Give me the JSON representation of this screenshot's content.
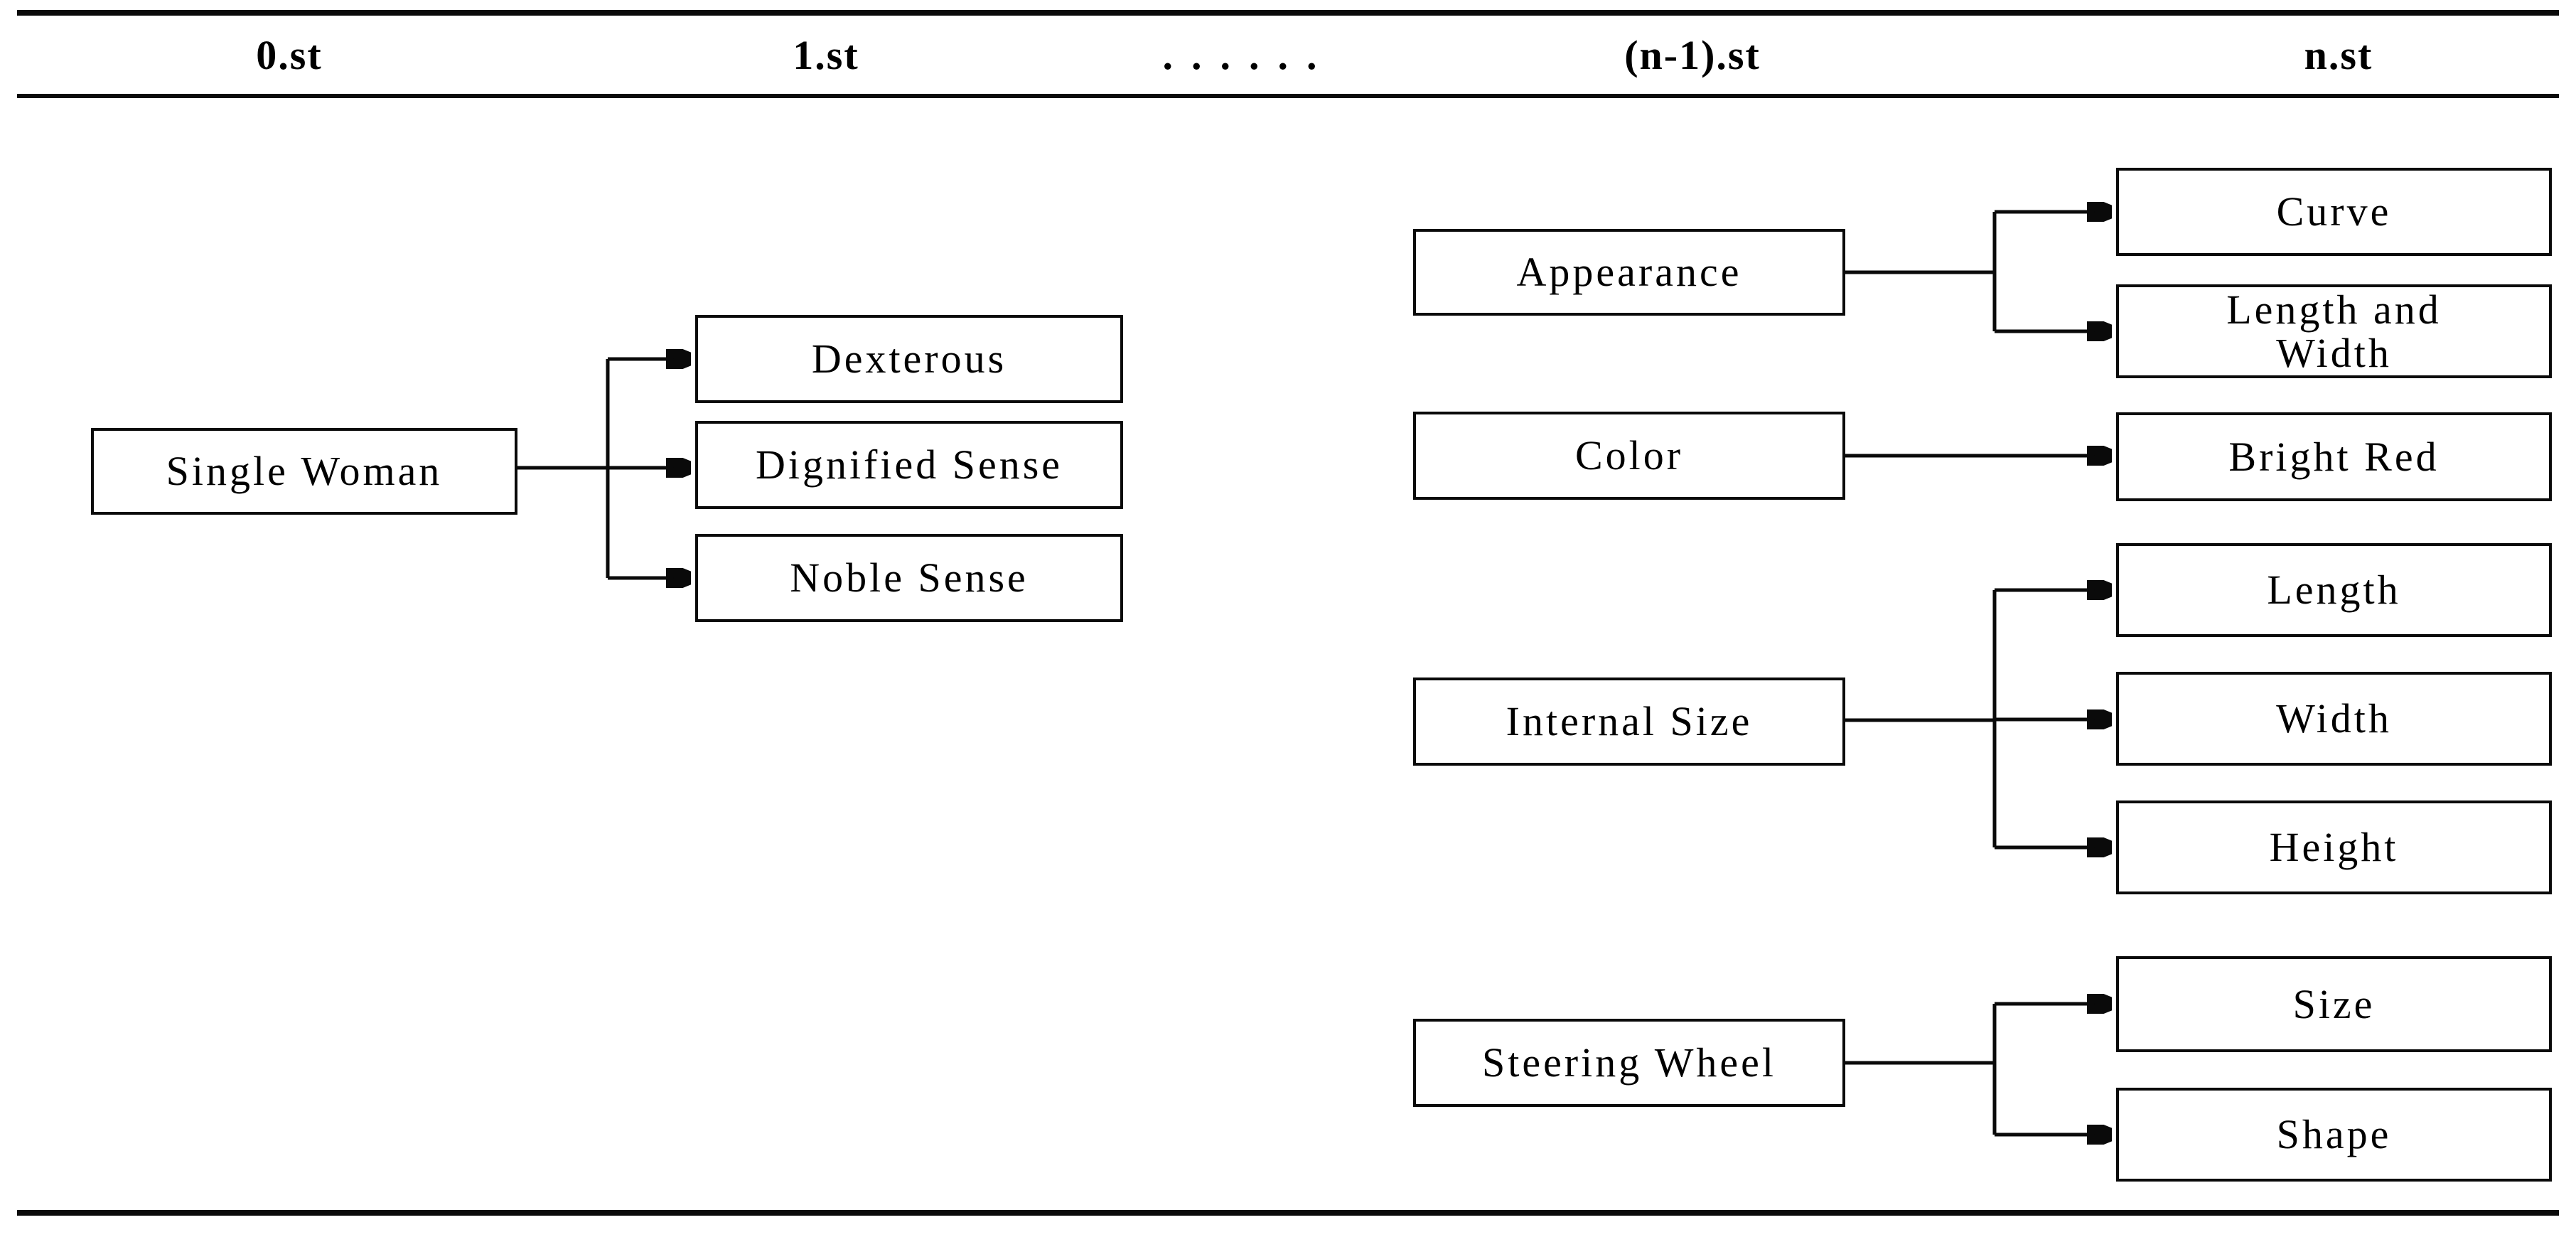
{
  "stage_header": {
    "columns": [
      {
        "label": "0.st"
      },
      {
        "label": "1.st"
      },
      {
        "label": "......"
      },
      {
        "label": "(n-1).st"
      },
      {
        "label": "n.st"
      }
    ]
  },
  "diagram": {
    "nodes": {
      "single_woman": "Single Woman",
      "dexterous": "Dexterous",
      "dignified_sense": "Dignified Sense",
      "noble_sense": "Noble Sense",
      "appearance": "Appearance",
      "curve": "Curve",
      "length_and_width": "Length and Width",
      "color": "Color",
      "bright_red": "Bright Red",
      "internal_size": "Internal Size",
      "length": "Length",
      "width": "Width",
      "height": "Height",
      "steering_wheel": "Steering Wheel",
      "size": "Size",
      "shape": "Shape"
    },
    "relations": [
      {
        "from": "Single Woman",
        "stage": "0.st",
        "to": [
          "Dexterous",
          "Dignified Sense",
          "Noble Sense"
        ],
        "to_stage": "1.st"
      },
      {
        "from": "Appearance",
        "stage": "(n-1).st",
        "to": [
          "Curve",
          "Length and Width"
        ],
        "to_stage": "n.st"
      },
      {
        "from": "Color",
        "stage": "(n-1).st",
        "to": [
          "Bright Red"
        ],
        "to_stage": "n.st"
      },
      {
        "from": "Internal Size",
        "stage": "(n-1).st",
        "to": [
          "Length",
          "Width",
          "Height"
        ],
        "to_stage": "n.st"
      },
      {
        "from": "Steering Wheel",
        "stage": "(n-1).st",
        "to": [
          "Size",
          "Shape"
        ],
        "to_stage": "n.st"
      }
    ],
    "line_color": "#0a0a0a",
    "background_color": "#ffffff"
  }
}
